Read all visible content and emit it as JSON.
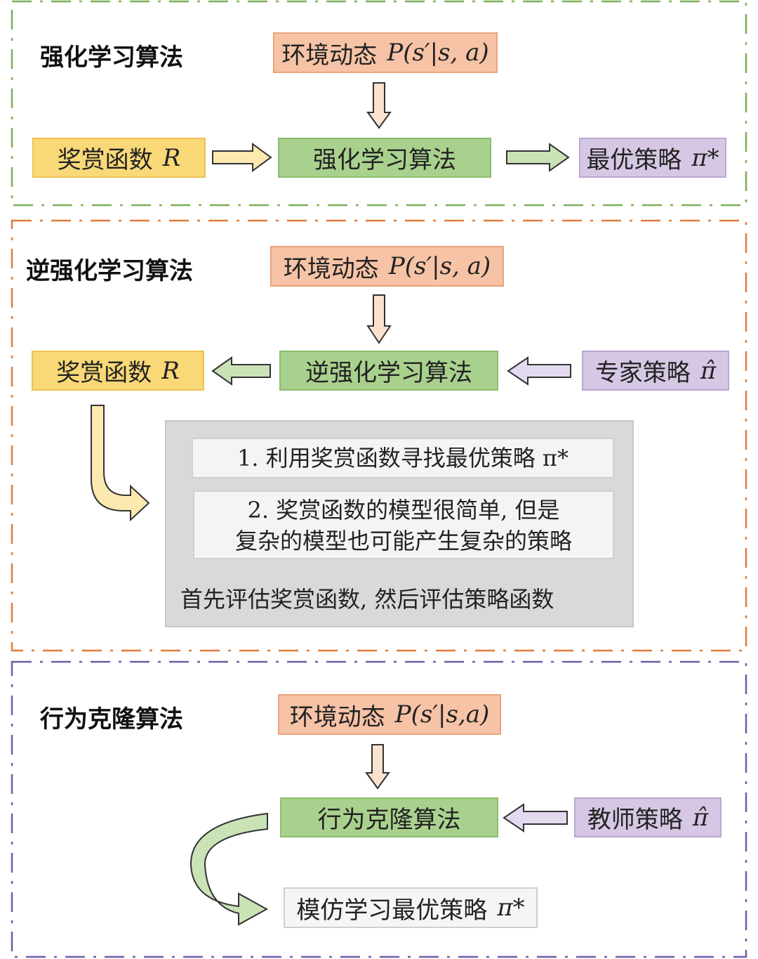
{
  "sections": {
    "rl": {
      "title": "强化学习算法",
      "env_label": "环境动态",
      "env_math": "P(s′|s, a)",
      "reward_label": "奖赏函数",
      "reward_math": "R",
      "algorithm_label": "强化学习算法",
      "policy_label": "最优策略",
      "policy_math": "π*"
    },
    "irl": {
      "title": "逆强化学习算法",
      "env_label": "环境动态",
      "env_math": "P(s′|s, a)",
      "reward_label": "奖赏函数",
      "reward_math": "R",
      "algorithm_label": "逆强化学习算法",
      "expert_label": "专家策略",
      "expert_math": "π̂",
      "note1": "1. 利用奖赏函数寻找最优策略 π*",
      "note2_line1": "2. 奖赏函数的模型很简单, 但是",
      "note2_line2": "复杂的模型也可能产生复杂的策略",
      "note3": "首先评估奖赏函数, 然后评估策略函数"
    },
    "bc": {
      "title": "行为克隆算法",
      "env_label": "环境动态",
      "env_math": "P(s′|s,a)",
      "algorithm_label": "行为克隆算法",
      "teacher_label": "教师策略",
      "teacher_math": "π̂",
      "imitation_label": "模仿学习最优策略",
      "imitation_math": "π*"
    }
  },
  "colors": {
    "rl_border": "#7cae5a",
    "irl_border": "#e07b39",
    "bc_border": "#6b5ea8",
    "env_fill": "#f6c3a6",
    "reward_fill": "#f8d877",
    "algorithm_fill": "#a9d18e",
    "policy_fill": "#d6c8e4",
    "panel_fill": "#d9d9d9"
  }
}
